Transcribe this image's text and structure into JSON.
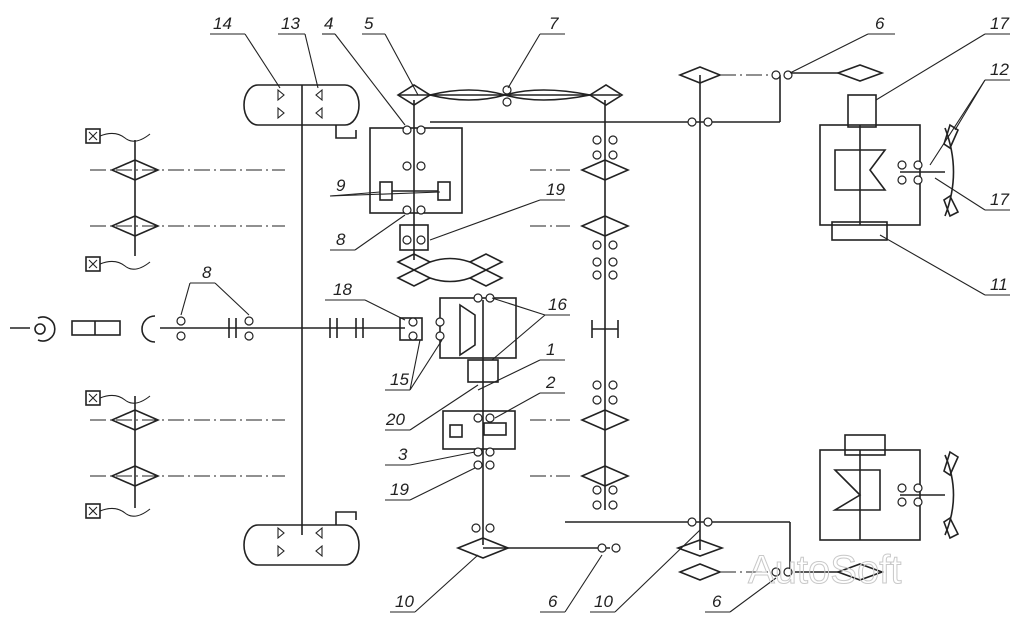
{
  "labels": {
    "l14": "14",
    "l13": "13",
    "l4": "4",
    "l5": "5",
    "l7": "7",
    "l6_top": "6",
    "l17_top": "17",
    "l12": "12",
    "l17_right": "17",
    "l9": "9",
    "l8_mid": "8",
    "l19_top": "19",
    "l8_left": "8",
    "l18": "18",
    "l16": "16",
    "l15": "15",
    "l1": "1",
    "l20": "20",
    "l2": "2",
    "l3": "3",
    "l19_bottom": "19",
    "l11": "11",
    "l10_left": "10",
    "l6_bottom_left": "6",
    "l10_right": "10",
    "l6_bottom_right": "6"
  },
  "watermark": "AutoSoft"
}
